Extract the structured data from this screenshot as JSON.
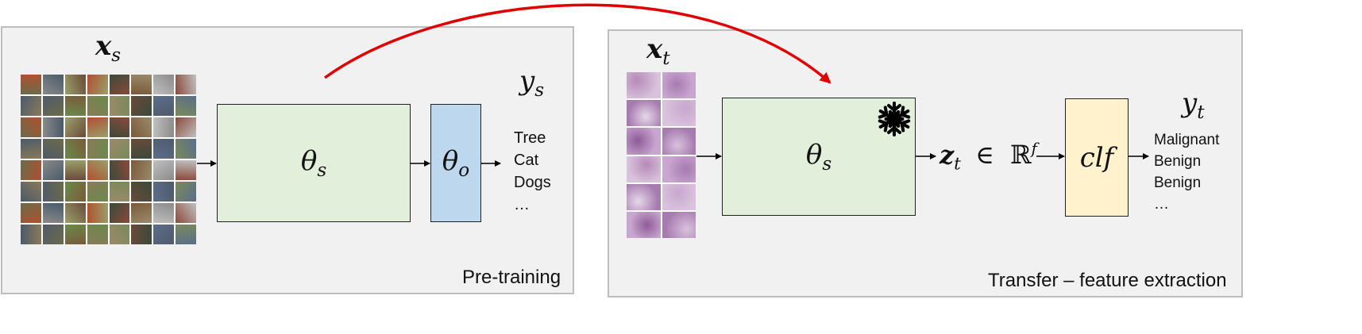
{
  "left_panel": {
    "caption": "Pre-training",
    "input_symbol": "x",
    "input_sub": "s",
    "model_symbol": "θ",
    "model_sub": "s",
    "head_symbol": "θ",
    "head_sub": "o",
    "output_symbol": "y",
    "output_sub": "s",
    "output_labels": [
      "Tree",
      "Cat",
      "Dogs",
      "…"
    ]
  },
  "right_panel": {
    "caption": "Transfer – feature extraction",
    "input_symbol": "x",
    "input_sub": "t",
    "model_symbol": "θ",
    "model_sub": "s",
    "frozen_icon": "snowflake-icon",
    "feature_symbol": "z",
    "feature_sub": "t",
    "element_of": "∈",
    "space_symbol": "ℝ",
    "space_sup": "f",
    "classifier_label": "clf",
    "output_symbol": "y",
    "output_sub": "t",
    "output_labels": [
      "Malignant",
      "Benign",
      "Benign",
      "…"
    ]
  },
  "colors": {
    "transfer_arrow": "#e00000",
    "model_fill": "#e2efda",
    "head_fill": "#bdd7ee",
    "classifier_fill": "#fff2cc",
    "panel_fill": "#f1f1f1"
  }
}
